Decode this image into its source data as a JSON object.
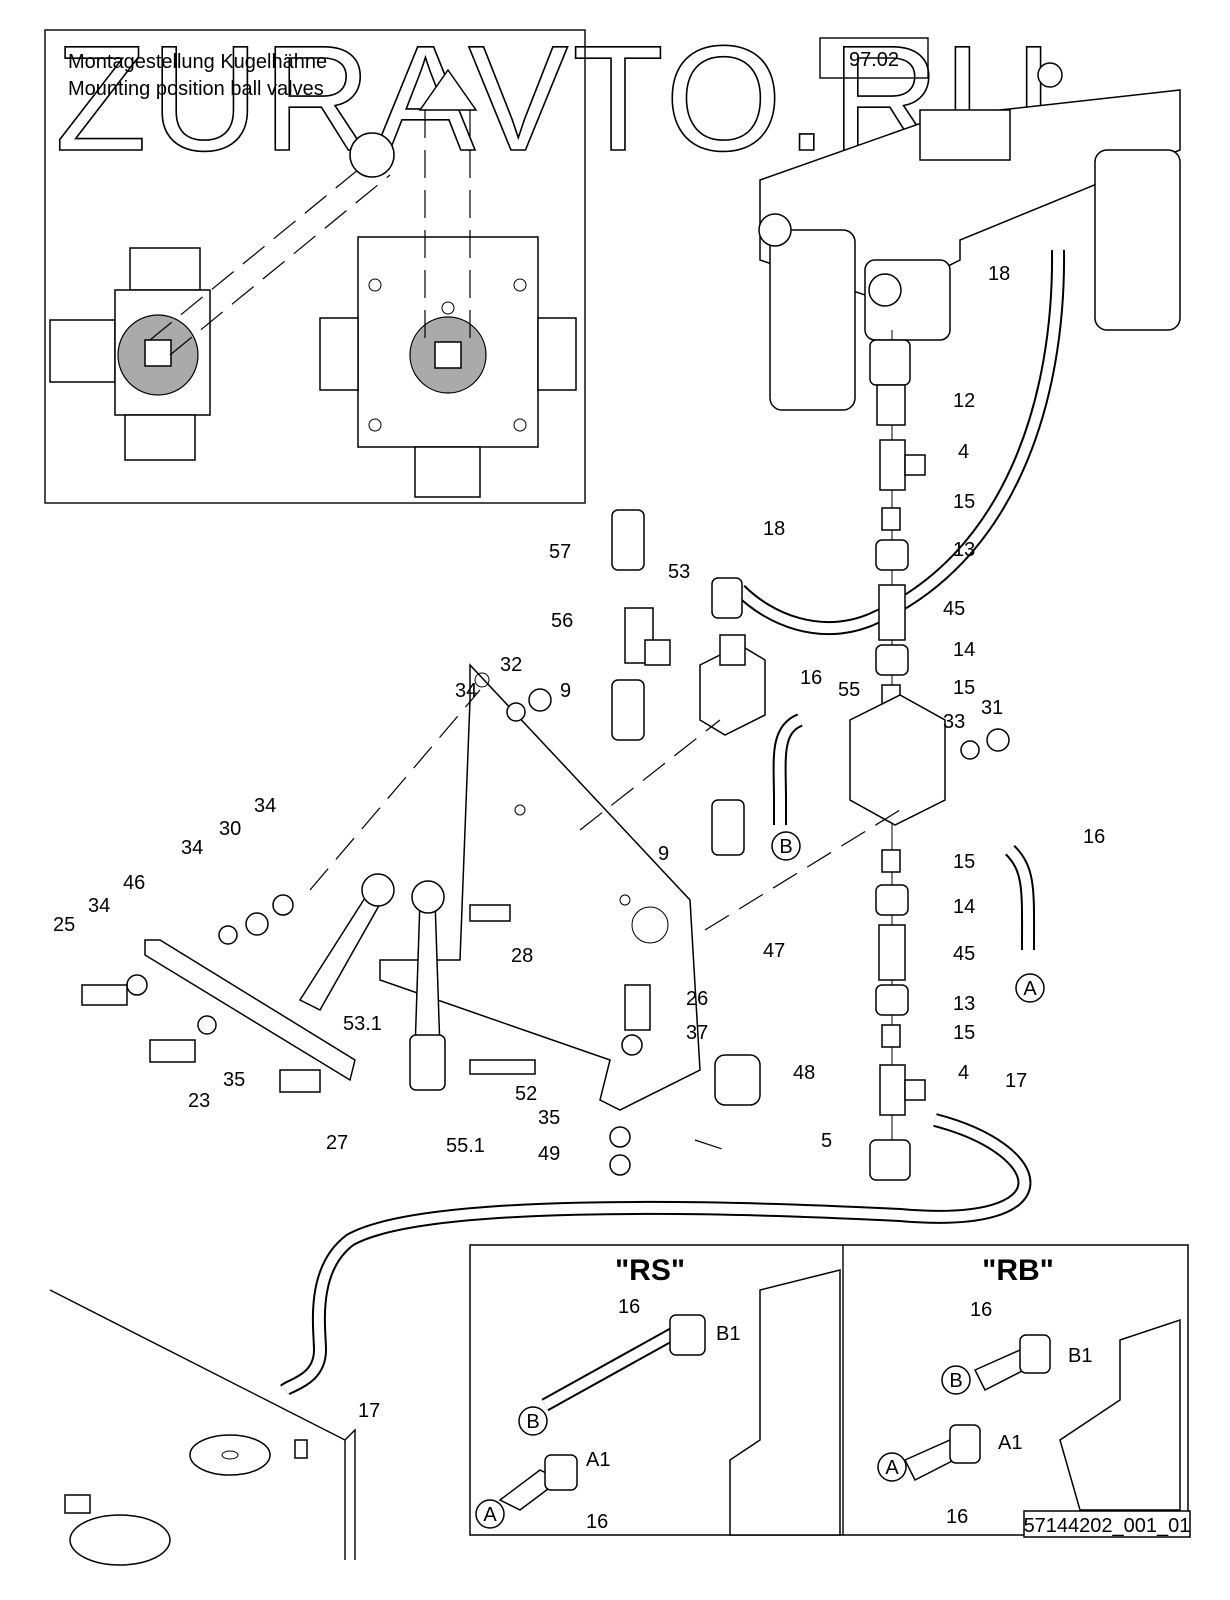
{
  "watermark": "ZURAVTO.RU",
  "page_ref": "97.02",
  "inset": {
    "title_de": "Montagestellung Kugelhähne",
    "title_en": "Mounting position ball valves"
  },
  "callouts": [
    "18",
    "12",
    "4",
    "15",
    "13",
    "45",
    "14",
    "15",
    "31",
    "33",
    "57",
    "18",
    "53",
    "56",
    "9",
    "16",
    "55",
    "34",
    "32",
    "9",
    "16",
    "15",
    "14",
    "45",
    "47",
    "34",
    "30",
    "34",
    "46",
    "34",
    "25",
    "28",
    "26",
    "37",
    "13",
    "15",
    "53.1",
    "4",
    "17",
    "48",
    "52",
    "35",
    "23",
    "27",
    "55.1",
    "35",
    "49",
    "5",
    "17"
  ],
  "connectors": {
    "b_main": "B",
    "a_main": "A"
  },
  "detail": {
    "rs": {
      "title": "\"RS\"",
      "top_label": "16",
      "b1": "B1",
      "b": "B",
      "a1": "A1",
      "a": "A",
      "bottom_label": "16"
    },
    "rb": {
      "title": "\"RB\"",
      "top_label": "16",
      "b1": "B1",
      "b": "B",
      "a1": "A1",
      "a": "A",
      "bottom_label": "16"
    }
  },
  "drawing_id": "57144202_001_01"
}
